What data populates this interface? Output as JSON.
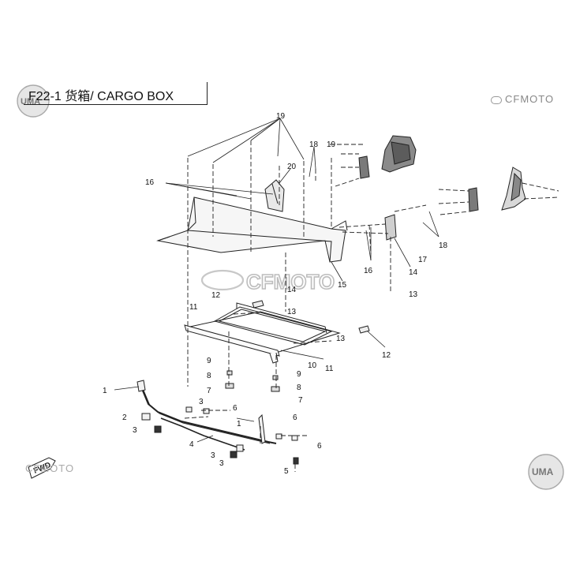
{
  "title": "F22-1 货箱/ CARGO BOX",
  "brands": {
    "top_right": "CFMOTO",
    "watermark": "CFMOTO",
    "bottom_left": "CFMOTO",
    "logo_top_left": "UMA",
    "logo_bottom_right": "UMA"
  },
  "fwd_label": "FWD",
  "callouts": [
    "1",
    "1",
    "2",
    "3",
    "3",
    "3",
    "3",
    "4",
    "5",
    "6",
    "6",
    "6",
    "7",
    "7",
    "8",
    "8",
    "9",
    "9",
    "10",
    "11",
    "11",
    "12",
    "12",
    "13",
    "13",
    "13",
    "14",
    "14",
    "15",
    "16",
    "16",
    "17",
    "18",
    "18",
    "19",
    "19",
    "20"
  ],
  "colors": {
    "line": "#222222",
    "watermark": "#bdbdbd",
    "part_fill": "#f4f4f4",
    "dark_part": "#6a6a6a"
  }
}
